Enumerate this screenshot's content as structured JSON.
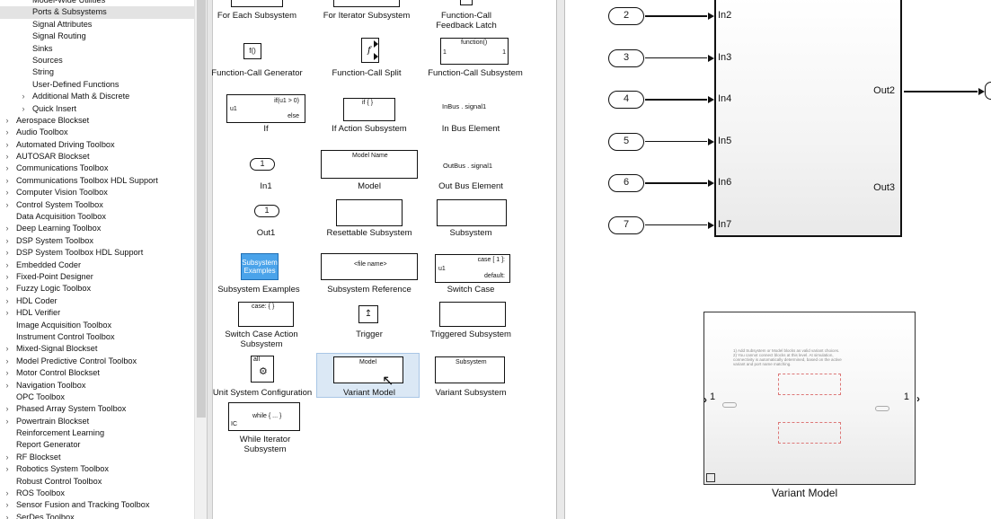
{
  "tree": {
    "items": [
      {
        "label": "Model-Wide Utilities",
        "level": 2,
        "selected": false,
        "expandable": false
      },
      {
        "label": "Ports & Subsystems",
        "level": 2,
        "selected": true,
        "expandable": false
      },
      {
        "label": "Signal Attributes",
        "level": 2,
        "selected": false,
        "expandable": false
      },
      {
        "label": "Signal Routing",
        "level": 2,
        "selected": false,
        "expandable": false
      },
      {
        "label": "Sinks",
        "level": 2,
        "selected": false,
        "expandable": false
      },
      {
        "label": "Sources",
        "level": 2,
        "selected": false,
        "expandable": false
      },
      {
        "label": "String",
        "level": 2,
        "selected": false,
        "expandable": false
      },
      {
        "label": "User-Defined Functions",
        "level": 2,
        "selected": false,
        "expandable": false
      },
      {
        "label": "Additional Math & Discrete",
        "level": 2,
        "selected": false,
        "expandable": true
      },
      {
        "label": "Quick Insert",
        "level": 2,
        "selected": false,
        "expandable": true
      },
      {
        "label": "Aerospace Blockset",
        "level": 1,
        "selected": false,
        "expandable": true
      },
      {
        "label": "Audio Toolbox",
        "level": 1,
        "selected": false,
        "expandable": true
      },
      {
        "label": "Automated Driving Toolbox",
        "level": 1,
        "selected": false,
        "expandable": true
      },
      {
        "label": "AUTOSAR Blockset",
        "level": 1,
        "selected": false,
        "expandable": true
      },
      {
        "label": "Communications Toolbox",
        "level": 1,
        "selected": false,
        "expandable": true
      },
      {
        "label": "Communications Toolbox HDL Support",
        "level": 1,
        "selected": false,
        "expandable": true
      },
      {
        "label": "Computer Vision Toolbox",
        "level": 1,
        "selected": false,
        "expandable": true
      },
      {
        "label": "Control System Toolbox",
        "level": 1,
        "selected": false,
        "expandable": true
      },
      {
        "label": "Data Acquisition Toolbox",
        "level": 1,
        "selected": false,
        "expandable": false
      },
      {
        "label": "Deep Learning Toolbox",
        "level": 1,
        "selected": false,
        "expandable": true
      },
      {
        "label": "DSP System Toolbox",
        "level": 1,
        "selected": false,
        "expandable": true
      },
      {
        "label": "DSP System Toolbox HDL Support",
        "level": 1,
        "selected": false,
        "expandable": true
      },
      {
        "label": "Embedded Coder",
        "level": 1,
        "selected": false,
        "expandable": true
      },
      {
        "label": "Fixed-Point Designer",
        "level": 1,
        "selected": false,
        "expandable": true
      },
      {
        "label": "Fuzzy Logic Toolbox",
        "level": 1,
        "selected": false,
        "expandable": true
      },
      {
        "label": "HDL Coder",
        "level": 1,
        "selected": false,
        "expandable": true
      },
      {
        "label": "HDL Verifier",
        "level": 1,
        "selected": false,
        "expandable": true
      },
      {
        "label": "Image Acquisition Toolbox",
        "level": 1,
        "selected": false,
        "expandable": false
      },
      {
        "label": "Instrument Control Toolbox",
        "level": 1,
        "selected": false,
        "expandable": false
      },
      {
        "label": "Mixed-Signal Blockset",
        "level": 1,
        "selected": false,
        "expandable": true
      },
      {
        "label": "Model Predictive Control Toolbox",
        "level": 1,
        "selected": false,
        "expandable": true
      },
      {
        "label": "Motor Control Blockset",
        "level": 1,
        "selected": false,
        "expandable": true
      },
      {
        "label": "Navigation Toolbox",
        "level": 1,
        "selected": false,
        "expandable": true
      },
      {
        "label": "OPC Toolbox",
        "level": 1,
        "selected": false,
        "expandable": false
      },
      {
        "label": "Phased Array System Toolbox",
        "level": 1,
        "selected": false,
        "expandable": true
      },
      {
        "label": "Powertrain Blockset",
        "level": 1,
        "selected": false,
        "expandable": true
      },
      {
        "label": "Reinforcement Learning",
        "level": 1,
        "selected": false,
        "expandable": false
      },
      {
        "label": "Report Generator",
        "level": 1,
        "selected": false,
        "expandable": false
      },
      {
        "label": "RF Blockset",
        "level": 1,
        "selected": false,
        "expandable": true
      },
      {
        "label": "Robotics System Toolbox",
        "level": 1,
        "selected": false,
        "expandable": true
      },
      {
        "label": "Robust Control Toolbox",
        "level": 1,
        "selected": false,
        "expandable": false
      },
      {
        "label": "ROS Toolbox",
        "level": 1,
        "selected": false,
        "expandable": true
      },
      {
        "label": "Sensor Fusion and Tracking Toolbox",
        "level": 1,
        "selected": false,
        "expandable": true
      },
      {
        "label": "SerDes Toolbox",
        "level": 1,
        "selected": false,
        "expandable": true
      }
    ]
  },
  "palette": {
    "for_each": "For Each Subsystem",
    "for_iterator": "For Iterator Subsystem",
    "fc_feedback": "Function-Call Feedback Latch",
    "fc_generator": "Function-Call Generator",
    "fc_split": "Function-Call Split",
    "fc_subsystem": "Function-Call Subsystem",
    "fc_subsystem_inner": "function()",
    "fc_generator_inner": "f()",
    "if_label": "If",
    "if_inner_cond": "if(u1 > 0)",
    "if_inner_else": "else",
    "if_inner_u1": "u1",
    "if_action": "If Action Subsystem",
    "if_action_inner": "if { }",
    "in_bus": "In Bus Element",
    "in_bus_inner": "InBus . signal1",
    "in1": "In1",
    "in1_inner": "1",
    "model": "Model",
    "model_inner": "Model Name",
    "out_bus": "Out Bus Element",
    "out_bus_inner": "OutBus . signal1",
    "out1": "Out1",
    "out1_inner": "1",
    "resettable": "Resettable Subsystem",
    "subsystem": "Subsystem",
    "sub_examples": "Subsystem Examples",
    "sub_examples_inner": "Subsystem Examples",
    "sub_reference": "Subsystem Reference",
    "sub_reference_inner": "<file name>",
    "switch_case": "Switch Case",
    "switch_case_inner_case": "case [ 1 ]:",
    "switch_case_inner_default": "default:",
    "switch_case_inner_u1": "u1",
    "switch_case_action": "Switch Case Action Subsystem",
    "switch_case_action_inner": "case: { }",
    "trigger": "Trigger",
    "triggered": "Triggered Subsystem",
    "unit_system": "Unit System Configuration",
    "unit_system_inner": "all",
    "variant_model": "Variant Model",
    "variant_model_inner": "Model",
    "variant_subsystem": "Variant Subsystem",
    "variant_subsystem_inner": "Subsystem",
    "while_iterator": "While Iterator Subsystem",
    "while_inner": "while { ... }",
    "while_ic": "IC",
    "port_one": "1"
  },
  "canvas": {
    "inports": [
      "2",
      "3",
      "4",
      "5",
      "6",
      "7"
    ],
    "port_labels": [
      "In2",
      "In3",
      "In4",
      "In5",
      "In6",
      "In7"
    ],
    "out_labels": [
      "Out2",
      "Out3"
    ],
    "variant_label": "Variant Model",
    "variant_in": "1",
    "variant_out": "1",
    "variant_note": "1) Add Subsystem or Model blocks as valid variant choices.\n2) You cannot connect blocks at this level. At simulation, connectivity is automatically determined, based on the active variant and port name matching."
  }
}
